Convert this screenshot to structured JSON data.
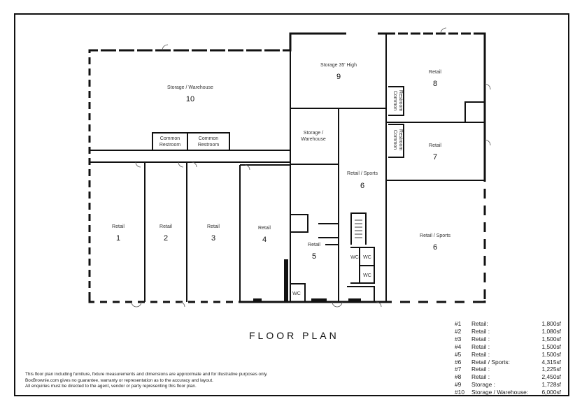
{
  "title": "FLOOR PLAN",
  "rooms": {
    "r10": {
      "label": "Storage / Warehouse",
      "num": "10"
    },
    "r9": {
      "label": "Storage 35' High",
      "num": "9"
    },
    "r8": {
      "label": "Retail",
      "num": "8"
    },
    "r7": {
      "label": "Retail",
      "num": "7"
    },
    "r6a": {
      "label": "Retail / Sports",
      "num": "6"
    },
    "r6b": {
      "label": "Retail / Sports",
      "num": "6"
    },
    "r5": {
      "label": "Retail",
      "num": "5"
    },
    "r4": {
      "label": "Retail",
      "num": "4"
    },
    "r3": {
      "label": "Retail",
      "num": "3"
    },
    "r2": {
      "label": "Retail",
      "num": "2"
    },
    "r1": {
      "label": "Retail",
      "num": "1"
    },
    "storage_small": {
      "line1": "Storage /",
      "line2": "Warehouse"
    },
    "restroom_a": {
      "line1": "Common",
      "line2": "Restroom"
    },
    "restroom_b": {
      "line1": "Common",
      "line2": "Restroom"
    },
    "restroom_c": {
      "line1": "Common",
      "line2": "Restroom"
    },
    "restroom_d": {
      "line1": "Common",
      "line2": "Restroom"
    },
    "wc1": "WC",
    "wc2": "WC",
    "wc3": "WC",
    "wc4": "WC"
  },
  "legend": [
    {
      "num": "#1",
      "label": "Retail:",
      "area": "1,800sf"
    },
    {
      "num": "#2",
      "label": "Retail :",
      "area": "1,080sf"
    },
    {
      "num": "#3",
      "label": "Retail :",
      "area": "1,500sf"
    },
    {
      "num": "#4",
      "label": "Retail :",
      "area": "1,500sf"
    },
    {
      "num": "#5",
      "label": "Retail :",
      "area": "1,500sf"
    },
    {
      "num": "#6",
      "label": "Retail / Sports:",
      "area": "4,315sf"
    },
    {
      "num": "#7",
      "label": "Retail :",
      "area": "1,225sf"
    },
    {
      "num": "#8",
      "label": "Retail :",
      "area": "2,450sf"
    },
    {
      "num": "#9",
      "label": "Storage :",
      "area": "1,728sf"
    },
    {
      "num": "#10",
      "label": "Storage / Warehouse:",
      "area": "6,000sf"
    }
  ],
  "disclaimer": [
    "This floor plan including furniture, fixture measurements and dimensions are approximate and for illustrative purposes only.",
    "BoxBrownie.com gives no guarantee, warranty or representation as to the accuracy and layout.",
    "All enquiries must be directed to the agent, vendor or party representing this floor plan."
  ]
}
